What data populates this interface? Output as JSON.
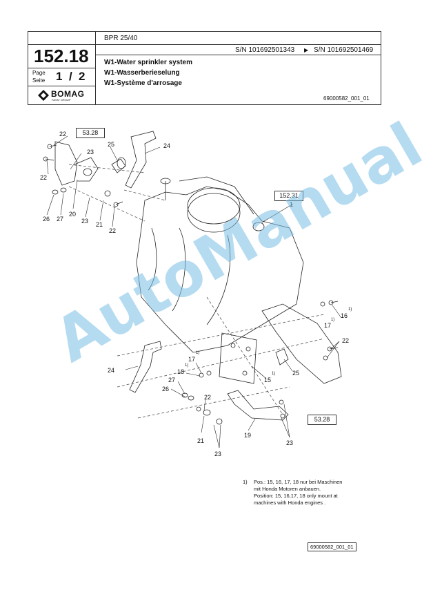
{
  "header": {
    "model": "BPR 25/40",
    "page_number": "152.18",
    "page_label_en": "Page",
    "page_label_de": "Seite",
    "page_current": "1",
    "page_sep": "/",
    "page_total": "2",
    "serial_from": "S/N 101692501343",
    "serial_arrow": "▶",
    "serial_to": "S/N 101692501469",
    "title_en": "W1-Water sprinkler system",
    "title_de": "W1-Wasserberieselung",
    "title_fr": "W1-Système d'arrosage",
    "logo_text": "BOMAG",
    "logo_sub": "FAYAT GROUP",
    "drawing_id": "69000582_001_01"
  },
  "callouts": {
    "ref_top_left": "53.28",
    "ref_tank": "152.31",
    "ref_bottom_right": "53.28"
  },
  "labels": [
    "22",
    "23",
    "25",
    "24",
    "22",
    "20",
    "26",
    "27",
    "23",
    "21",
    "22",
    "1",
    "16",
    "17",
    "22",
    "24",
    "17",
    "18",
    "15",
    "25",
    "27",
    "26",
    "22",
    "21",
    "23",
    "19",
    "23"
  ],
  "superscript": "1)",
  "footnote": {
    "marker": "1)",
    "line1": "Pos.: 15, 16, 17, 18 nur bei Maschinen",
    "line2": "mit Honda Motoren anbauen.",
    "line3": "Position: 15, 16,17, 18 only mount at",
    "line4": "machines with Honda engines ."
  },
  "footer_id": "69000582_001_01",
  "watermark": "AutoManual"
}
